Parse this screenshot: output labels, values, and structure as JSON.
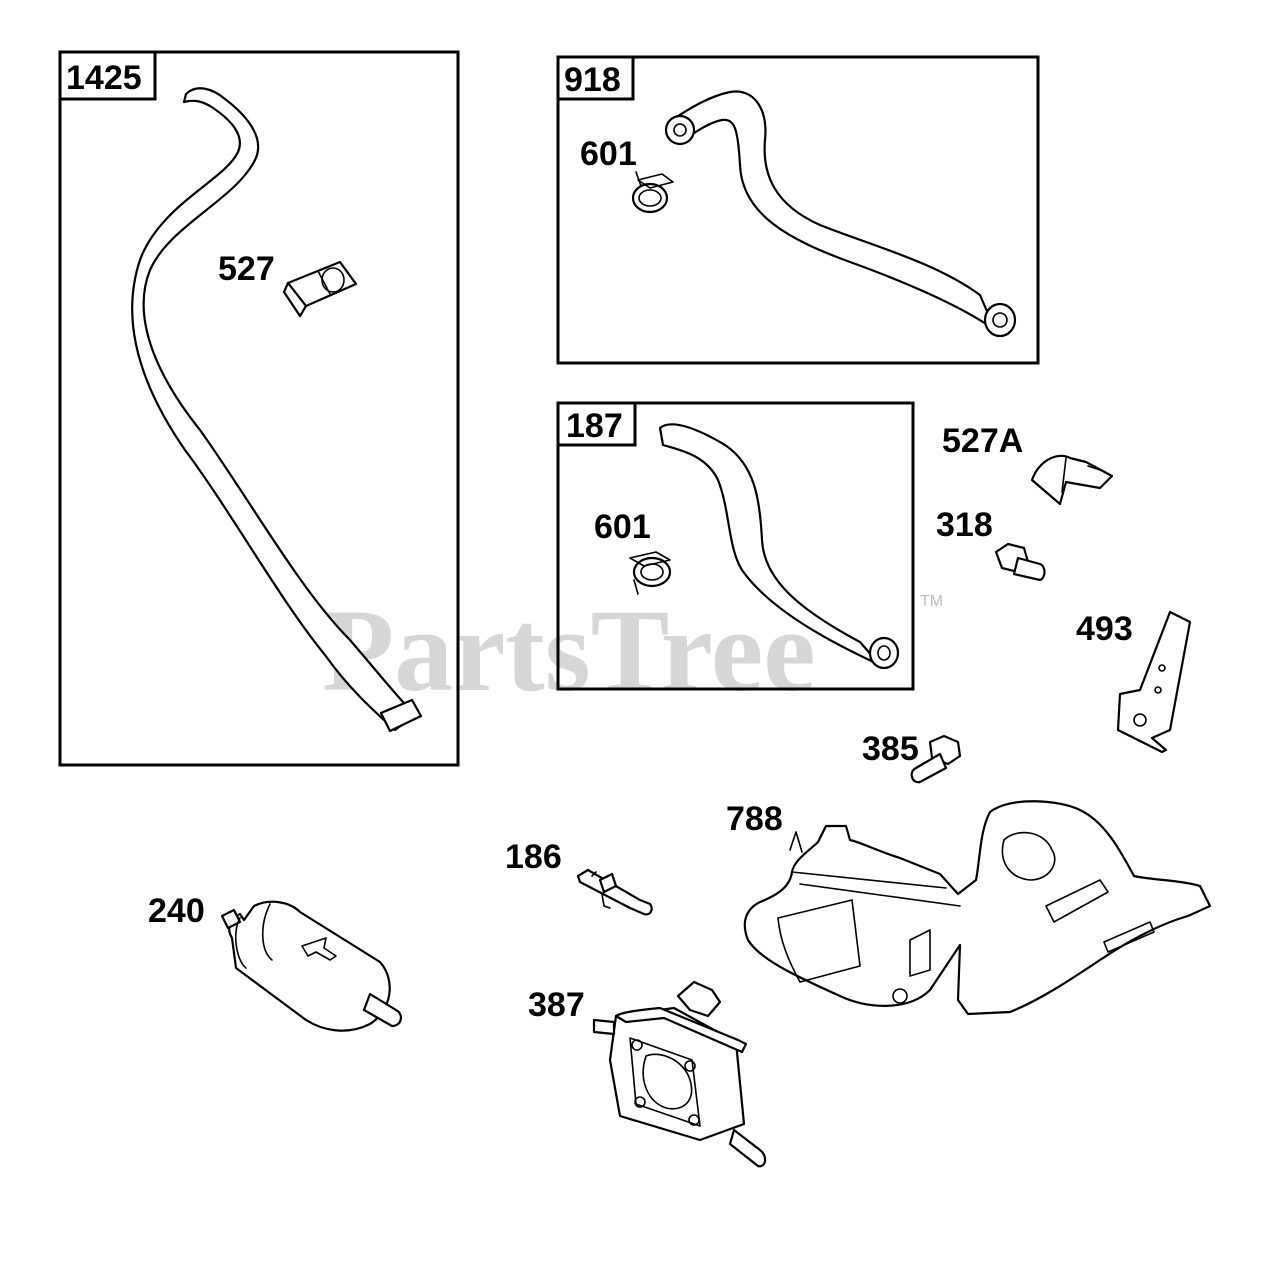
{
  "watermark": {
    "text": "PartsTree",
    "mark": "TM"
  },
  "kits": [
    {
      "id": "kit-1425",
      "number": "1425"
    },
    {
      "id": "kit-918",
      "number": "918"
    },
    {
      "id": "kit-187",
      "number": "187"
    }
  ],
  "callouts": {
    "c527": "527",
    "c601_top": "601",
    "c601_mid": "601",
    "c527A": "527A",
    "c318": "318",
    "c493": "493",
    "c385": "385",
    "c788": "788",
    "c186": "186",
    "c240": "240",
    "c387": "387"
  }
}
